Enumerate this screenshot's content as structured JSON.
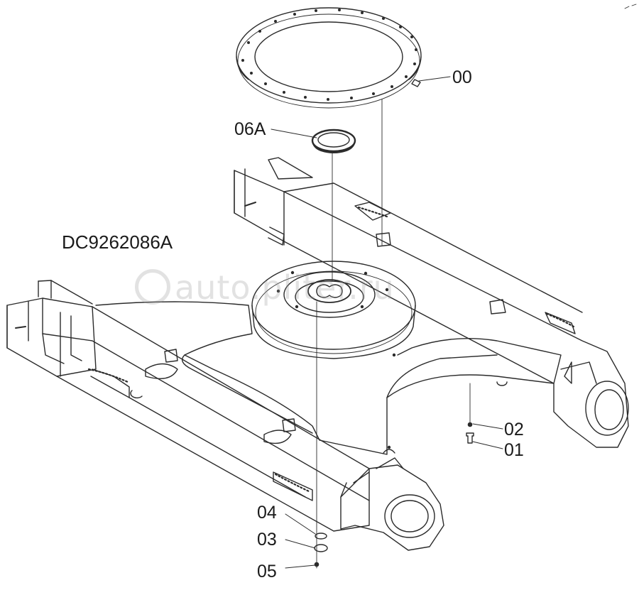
{
  "drawing_code": "DC9262086A",
  "parts": [
    {
      "id": "00"
    },
    {
      "id": "06A"
    },
    {
      "id": "02"
    },
    {
      "id": "01"
    },
    {
      "id": "04"
    },
    {
      "id": "03"
    },
    {
      "id": "05"
    }
  ],
  "watermark": "auto.pliter.ru",
  "colors": {
    "line": "#2b2b2b",
    "background": "#ffffff",
    "watermark": "#9a9a9a"
  }
}
